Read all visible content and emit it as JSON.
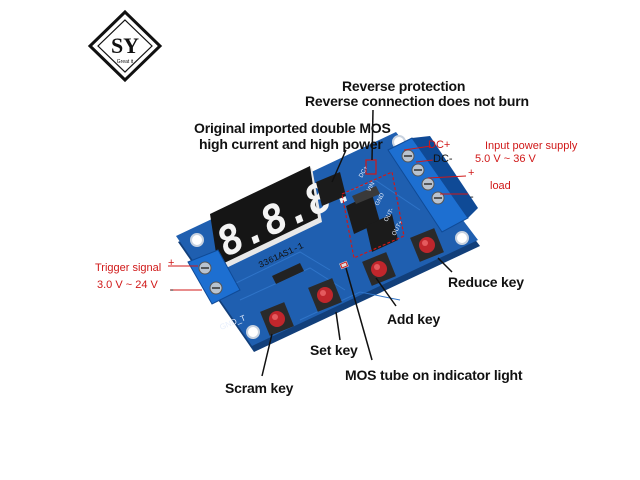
{
  "logo": {
    "letters": "SY",
    "tagline": "Great it"
  },
  "callouts": {
    "reverse_protection": "Reverse protection",
    "reverse_connection": "Reverse connection does not burn",
    "mos_line1": "Original imported double MOS",
    "mos_line2": "high current and high power",
    "dc_plus": "DC+",
    "dc_minus": "DC-",
    "input_power": "Input power supply",
    "input_voltage": "5.0 V ~ 36 V",
    "load_plus": "+",
    "load": "load",
    "load_minus": "-",
    "trigger_signal": "Trigger signal",
    "trigger_plus": "+",
    "trigger_voltage": "3.0 V ~ 24 V",
    "trigger_minus": "-",
    "reduce_key": "Reduce key",
    "add_key": "Add key",
    "set_key": "Set key",
    "mos_indicator": "MOS tube on indicator light",
    "scram_key": "Scram key"
  },
  "board": {
    "display_digits": "8.8.8.",
    "chip_marking": "3361AS1-1",
    "gnd_label": "GND_T",
    "silk_labels": [
      "OUT+",
      "OUT-",
      "GND",
      "VIN",
      "DC+"
    ]
  },
  "colors": {
    "pcb": "#1f5fb0",
    "pcb_edge": "#123f7a",
    "terminal": "#1d6fd1",
    "button_base": "#2a2a2a",
    "button_cap": "#c0262c",
    "display_bg": "#151515",
    "digit": "#f4f4f4",
    "callout_red": "#d01818"
  },
  "icons": {
    "logo": "sy-logo-icon",
    "button": "tactile-button-icon",
    "terminal": "screw-terminal-icon",
    "mosfet": "mosfet-icon",
    "display": "seven-segment-display-icon"
  }
}
